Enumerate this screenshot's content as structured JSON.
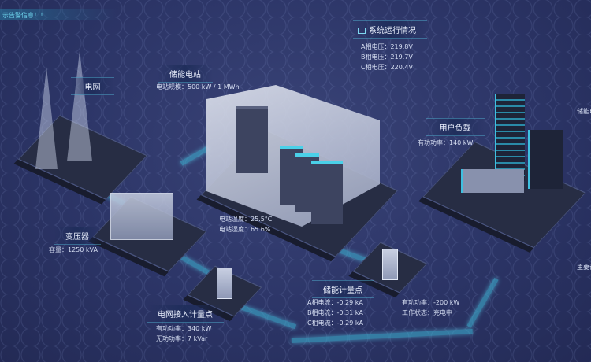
{
  "alert": "示告警信息！！",
  "system_status": {
    "icon": "monitor-icon",
    "title": "系统运行情况",
    "lines": [
      "A相电压：219.8V",
      "B相电压：219.7V",
      "C相电压：220.4V"
    ]
  },
  "grid": {
    "title": "电网"
  },
  "station": {
    "title": "储能电站",
    "scale": "电站规模：500 kW / 1 MWh",
    "temp": "电站温度：25.5°C",
    "humidity": "电站湿度：65.6%"
  },
  "transformer": {
    "title": "变压器",
    "capacity": "容量：1250 kVA"
  },
  "grid_meter": {
    "title": "电网接入计量点",
    "active": "有功功率：340 kW",
    "reactive": "无功功率：7 kVar"
  },
  "storage_meter": {
    "title": "储能计量点",
    "a": "A相电流：-0.29 kA",
    "b": "B相电流：-0.31 kA",
    "c": "C相电流：-0.29 kA",
    "active": "有功功率：-200 kW",
    "state": "工作状态：充电中"
  },
  "user_load": {
    "title": "用户负载",
    "active": "有功功率：140 kW"
  },
  "right_edge": {
    "top": "储能电",
    "bottom": "主要设"
  },
  "colors": {
    "bg": "#2b3566",
    "accent": "#4ad0e8"
  }
}
